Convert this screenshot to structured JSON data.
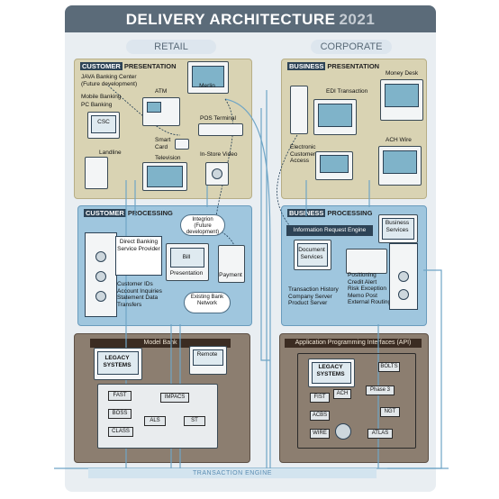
{
  "title": {
    "main": "DELIVERY ARCHITECTURE",
    "year": "2021"
  },
  "columns": {
    "left": "RETAIL",
    "right": "CORPORATE"
  },
  "customer_presentation": {
    "tag": "CUSTOMER",
    "rest": " PRESENTATION",
    "java": "JAVA Banking Center",
    "java_note": "(Future development)",
    "mobile": "Mobile Banking",
    "pc": "PC Banking",
    "csc": "CSC",
    "landline": "Landline",
    "atm": "ATM",
    "merlin": "Merlin",
    "pos": "POS Terminal",
    "smart_card": "Smart Card",
    "television": "Television",
    "instore": "In-Store Video"
  },
  "business_presentation": {
    "tag": "BUSINESS",
    "rest": " PRESENTATION",
    "money_desk": "Money Desk",
    "edi": "EDI Transaction",
    "ach_wire": "ACH Wire",
    "electronic": "Electronic Customer Access"
  },
  "customer_processing": {
    "tag": "CUSTOMER",
    "rest": " PROCESSING",
    "direct": "Direct Banking Service Provider",
    "customer_lines": "Customer IDs\nAccount Inquiries\nStatement Data\nTransfers",
    "integrion": "Integrion",
    "integrion_note": "(Future development)",
    "bill": "Bill",
    "presentation": "Presentation",
    "payment": "Payment",
    "existing": "Existing Bank Network"
  },
  "business_processing": {
    "tag": "BUSINESS",
    "rest": " PROCESSING",
    "engine": "Information Request Engine",
    "business_services": "Business Services",
    "document_services": "Document Services",
    "document_lines": "Transaction History\nCompany Server\nProduct Server",
    "positioning_lines": "Positioning\nCredit Alert\nRisk Exception\nMemo Post\nExternal Routing"
  },
  "model_bank": {
    "label": "Model Bank",
    "legacy": "LEGACY SYSTEMS",
    "remote": "Remote",
    "fast": "FAST",
    "impacs": "IMPACS",
    "boss": "BOSS",
    "als": "ALS",
    "st": "ST",
    "class": "CLASS"
  },
  "api": {
    "label": "Application Programming Interfaces (API)",
    "legacy": "LEGACY SYSTEMS",
    "bolts": "BOLTS",
    "first": "FIST",
    "ach": "ACH",
    "phase3": "Phase 3",
    "acbs": "ACBS",
    "ngt": "NGT",
    "wire": "WIRE",
    "atlas": "ATLAS"
  },
  "transaction_engine": "TRANSACTION ENGINE",
  "colors": {
    "presentation": "#d9d3b3",
    "processing": "#9fc6de",
    "systems": "#8c7e70",
    "title": "#5b6b79"
  }
}
